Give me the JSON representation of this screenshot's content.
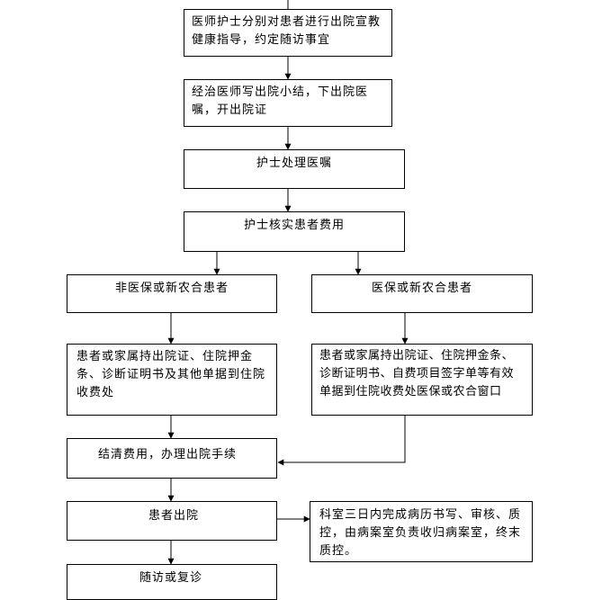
{
  "flowchart": {
    "steps": {
      "education": "医师护士分别对患者进行出院宣教健康指导，约定随访事宜",
      "summary": "经治医师写出院小结，下出院医嘱，开出院证",
      "process_orders": "护士处理医嘱",
      "verify_fees": "护士核实患者费用",
      "non_insured": "非医保或新农合患者",
      "insured": "医保或新农合患者",
      "non_insured_docs": "患者或家属持出院证、住院押金条、诊断证明书及其他单据到住院收费处",
      "insured_docs": "患者或家属持出院证、住院押金条、诊断证明书、自费项目签字单等有效单据到住院收费处医保或农合窗口",
      "settle": "结清费用，办理出院手续",
      "discharge": "患者出院",
      "records": "科室三日内完成病历书写、审核、质控，由病案室负责收归病案室，终末质控。",
      "followup": "随访或复诊"
    }
  }
}
